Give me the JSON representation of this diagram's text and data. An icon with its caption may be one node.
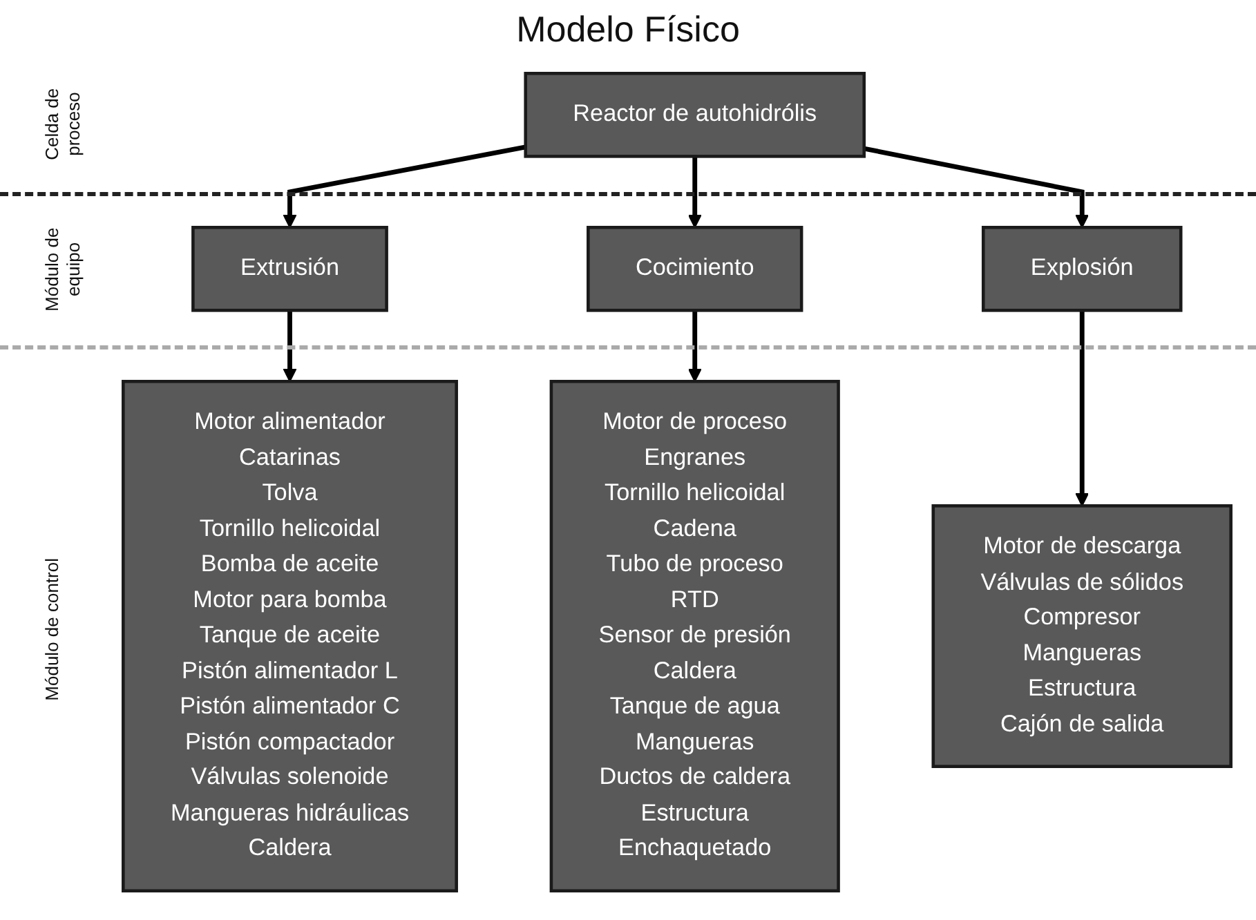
{
  "diagram": {
    "title": "Modelo Físico",
    "nodes": [
      {
        "text": [
          "Reactor de autohidrólis"
        ]
      },
      {
        "text": [
          "Extrusión"
        ]
      },
      {
        "text": [
          "Cocimiento"
        ]
      },
      {
        "text": [
          "Explosión"
        ]
      },
      {
        "text": [
          "Motor alimentador",
          "Catarinas",
          "Tolva",
          "Tornillo helicoidal",
          "Bomba de aceite",
          "Motor para bomba",
          "Tanque de aceite",
          "Pistón alimentador L",
          "Pistón alimentador C",
          "Pistón compactador",
          "Válvulas solenoide",
          "Mangueras hidráulicas",
          "Caldera"
        ]
      },
      {
        "text": [
          "Motor de proceso",
          "Engranes",
          "Tornillo helicoidal",
          "Cadena",
          "Tubo de proceso",
          "RTD",
          "Sensor de presión",
          "Caldera",
          "Tanque de agua",
          "Mangueras",
          "Ductos de caldera",
          "Estructura",
          "Enchaquetado"
        ]
      },
      {
        "text": [
          "Motor de descarga",
          "Válvulas de sólidos",
          "Compresor",
          "Mangueras",
          "Estructura",
          "Cajón de salida"
        ]
      }
    ],
    "edges": [
      {
        "from": 0,
        "to": 1,
        "arrow": "to"
      },
      {
        "from": 0,
        "to": 2,
        "arrow": "to"
      },
      {
        "from": 0,
        "to": 3,
        "arrow": "to"
      },
      {
        "from": 1,
        "to": 4,
        "arrow": "to"
      },
      {
        "from": 2,
        "to": 5,
        "arrow": "to"
      },
      {
        "from": 3,
        "to": 6,
        "arrow": "to"
      }
    ],
    "labels": [
      "Celda de proceso",
      "Módulo de equipo",
      "Módulo de control"
    ]
  }
}
